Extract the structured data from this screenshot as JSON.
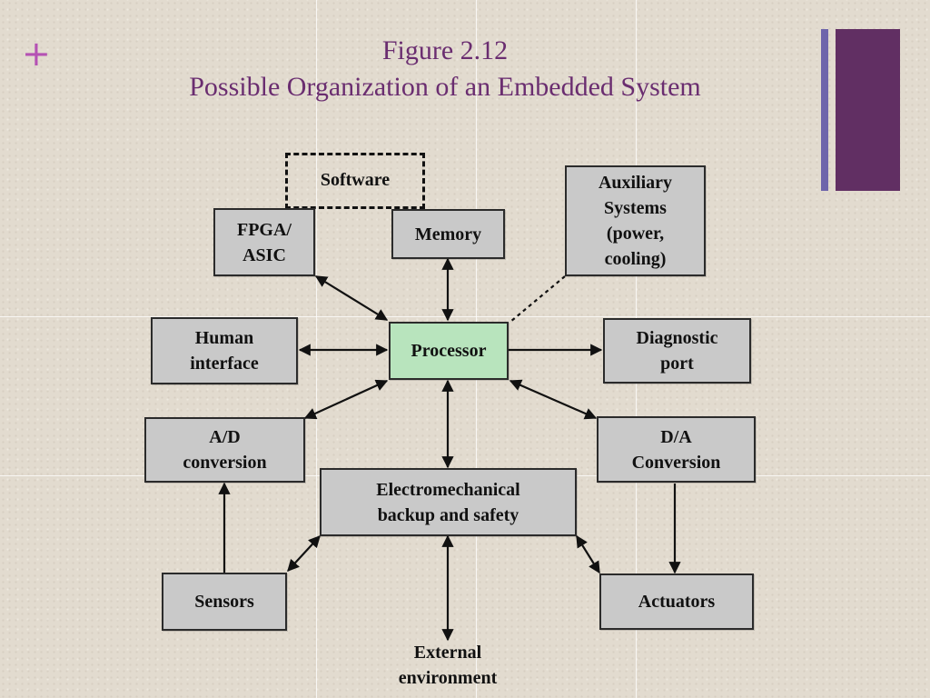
{
  "slide": {
    "bullet": "+",
    "title_line1": "Figure 2.12",
    "title_line2": "Possible Organization of an Embedded System"
  },
  "diagram": {
    "software": "Software",
    "fpga": "FPGA/\nASIC",
    "memory": "Memory",
    "auxiliary": "Auxiliary\nSystems\n(power,\ncooling)",
    "human_interface": "Human\ninterface",
    "processor": "Processor",
    "diagnostic": "Diagnostic\nport",
    "ad_conversion": "A/D\nconversion",
    "da_conversion": "D/A\nConversion",
    "electromechanical": "Electromechanical\nbackup and safety",
    "sensors": "Sensors",
    "actuators": "Actuators",
    "external": "External\nenvironment"
  },
  "colors": {
    "title": "#6a2d70",
    "plus": "#b552b4",
    "processor_fill": "#b8e4bd",
    "box_fill": "#c9c9c9"
  }
}
